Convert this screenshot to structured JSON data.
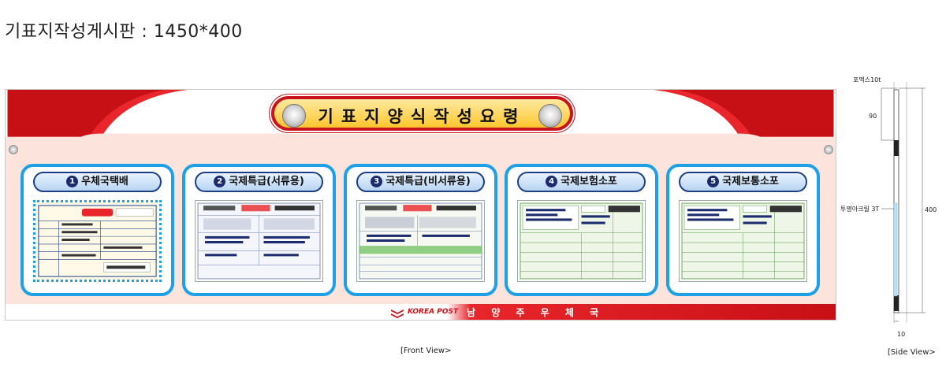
{
  "page": {
    "title": "기표지작성게시판 : 1450*400"
  },
  "board": {
    "header": "기표지양식작성요령",
    "cards": [
      {
        "num": "1",
        "label": "우체국택배"
      },
      {
        "num": "2",
        "label": "국제특급(서류용)"
      },
      {
        "num": "3",
        "label": "국제특급(비서류용)"
      },
      {
        "num": "4",
        "label": "국제보험소포"
      },
      {
        "num": "5",
        "label": "국제보통소포"
      }
    ],
    "footer": {
      "logo": "KOREA POST",
      "office": "남 양 주 우 체 국"
    }
  },
  "captions": {
    "front": "[Front View>",
    "side": "[Side View>"
  },
  "side_view": {
    "top_label": "포맥스10t",
    "dim_top": "90",
    "mid_label": "투명아크릴 3T",
    "dim_height": "400",
    "dim_bottom": "10"
  },
  "colors": {
    "red": "#e8262b",
    "blue_frame": "#1ea0e6",
    "navy": "#1c2a6e",
    "gold": "#ffc72e"
  }
}
